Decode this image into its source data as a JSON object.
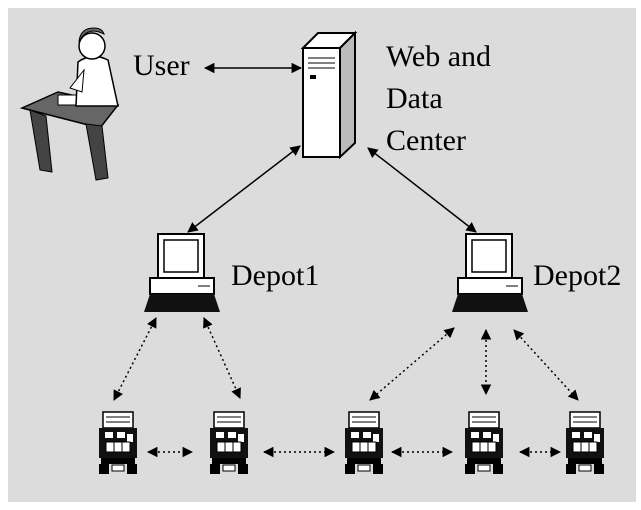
{
  "diagram": {
    "user_label": "User",
    "center_label": [
      "Web and",
      "Data",
      "Center"
    ],
    "depot1_label": "Depot1",
    "depot2_label": "Depot2"
  },
  "colors": {
    "background": "#dcdcdc",
    "ink": "#000000",
    "computer": "#ffffff"
  }
}
